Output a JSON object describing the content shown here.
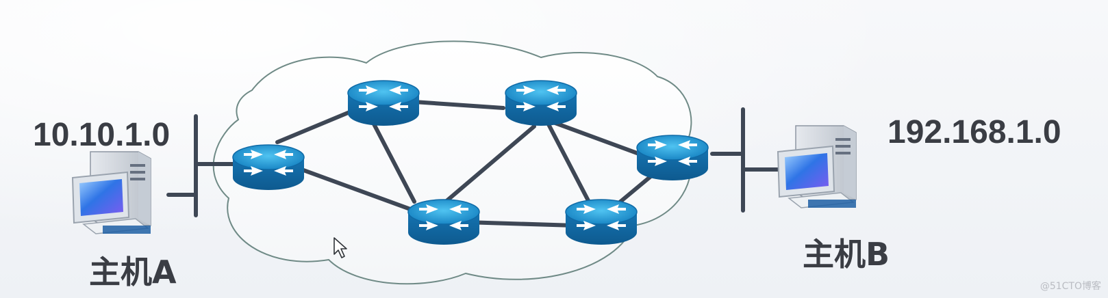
{
  "diagram": {
    "networks": {
      "left": "10.10.1.0",
      "right": "192.168.1.0"
    },
    "hosts": {
      "a": "主机A",
      "b": "主机B"
    },
    "watermark": "@51CTO博客"
  }
}
